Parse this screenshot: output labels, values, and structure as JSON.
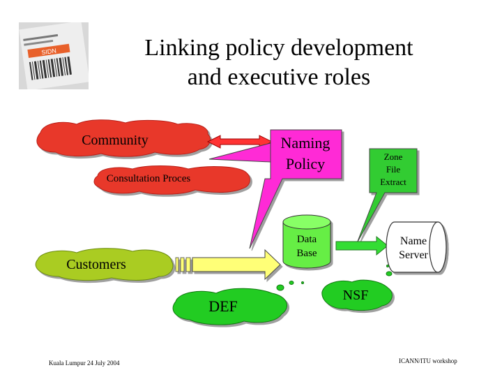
{
  "slide": {
    "title_line1": "Linking policy development",
    "title_line2": "and executive roles",
    "logo_text": "SIDN"
  },
  "nodes": {
    "community": "Community",
    "consultation": "Consultation Proces",
    "naming_policy_line1": "Naming",
    "naming_policy_line2": "Policy",
    "zone_file_line1": "Zone",
    "zone_file_line2": "File",
    "zone_file_line3": "Extract",
    "database_line1": "Data",
    "database_line2": "Base",
    "name_server_line1": "Name",
    "name_server_line2": "Server",
    "customers": "Customers",
    "def": "DEF",
    "nsf": "NSF"
  },
  "footer": {
    "left": "Kuala Lumpur 24 July 2004",
    "right": "ICANN/ITU workshop"
  },
  "colors": {
    "community_red": "#e8392b",
    "naming_magenta": "#ff2bd6",
    "zone_green": "#33cc33",
    "database_green": "#66ee44",
    "customers_lime": "#aacc22",
    "arrow_yellow": "#ffff77",
    "def_green": "#22cc22",
    "nsf_green": "#22cc22"
  }
}
